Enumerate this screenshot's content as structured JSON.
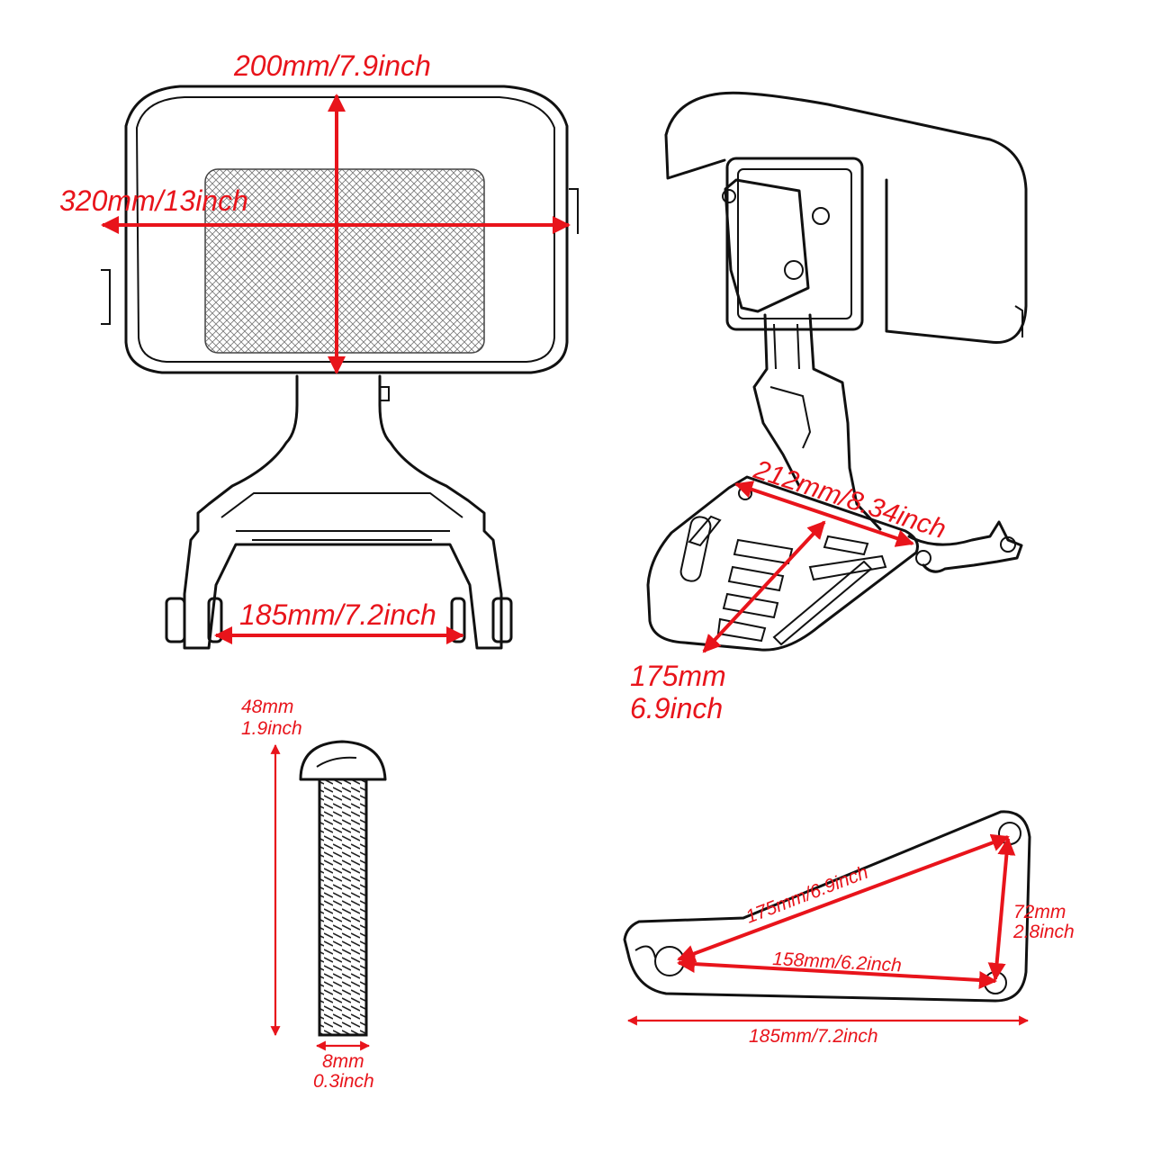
{
  "dimensions": {
    "backrest_height": "200mm/7.9inch",
    "backrest_width": "320mm/13inch",
    "mount_spacing": "185mm/7.2inch",
    "rack_width": "212mm/8.34inch",
    "rack_depth_mm": "175mm",
    "rack_depth_in": "6.9inch",
    "bolt_length_mm": "48mm",
    "bolt_length_in": "1.9inch",
    "bolt_diameter_mm": "8mm",
    "bolt_diameter_in": "0.3inch",
    "plate_diagonal": "175mm/6.9inch",
    "plate_base": "158mm/6.2inch",
    "plate_height_mm": "72mm",
    "plate_height_in": "2.8inch",
    "plate_length": "185mm/7.2inch"
  },
  "colors": {
    "dimension_red": "#e8141b",
    "outline": "#111111"
  }
}
